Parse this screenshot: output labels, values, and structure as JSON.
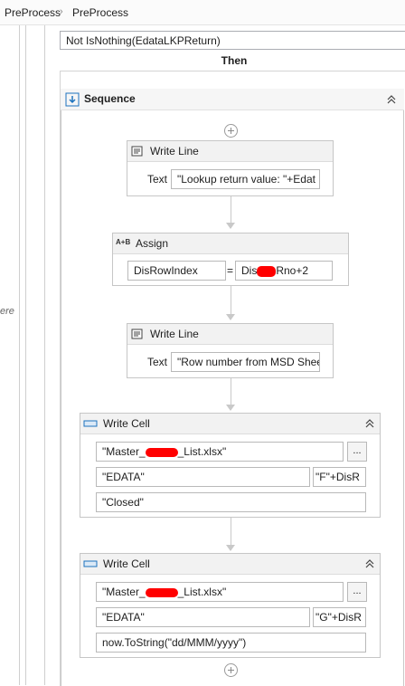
{
  "breadcrumb": [
    "PreProcess",
    "PreProcess"
  ],
  "condition": "Not IsNothing(EdataLKPReturn)",
  "then_label": "Then",
  "side_text": "ere",
  "sequence": {
    "title": "Sequence"
  },
  "write_line_1": {
    "title": "Write Line",
    "field_label": "Text",
    "value": "\"Lookup return value: \"+Edat"
  },
  "assign": {
    "title": "Assign",
    "icon_text": "A+B",
    "to": "DisRowIndex",
    "equals": "=",
    "value_prefix": "Dis",
    "value_suffix": "Rno+2"
  },
  "write_line_2": {
    "title": "Write Line",
    "field_label": "Text",
    "value": "\"Row number from MSD Shee"
  },
  "write_cell_1": {
    "title": "Write Cell",
    "workbook_prefix": "\"Master_",
    "workbook_suffix": "_List.xlsx\"",
    "browse": "...",
    "sheet": "\"EDATA\"",
    "cell": "\"F\"+DisR",
    "value": "\"Closed\""
  },
  "write_cell_2": {
    "title": "Write Cell",
    "workbook_prefix": "\"Master_",
    "workbook_suffix": "_List.xlsx\"",
    "browse": "...",
    "sheet": "\"EDATA\"",
    "cell": "\"G\"+DisR",
    "value": "now.ToString(\"dd/MMM/yyyy\")"
  },
  "colors": {
    "redaction": "#ff0000",
    "accent": "#1e73be"
  }
}
